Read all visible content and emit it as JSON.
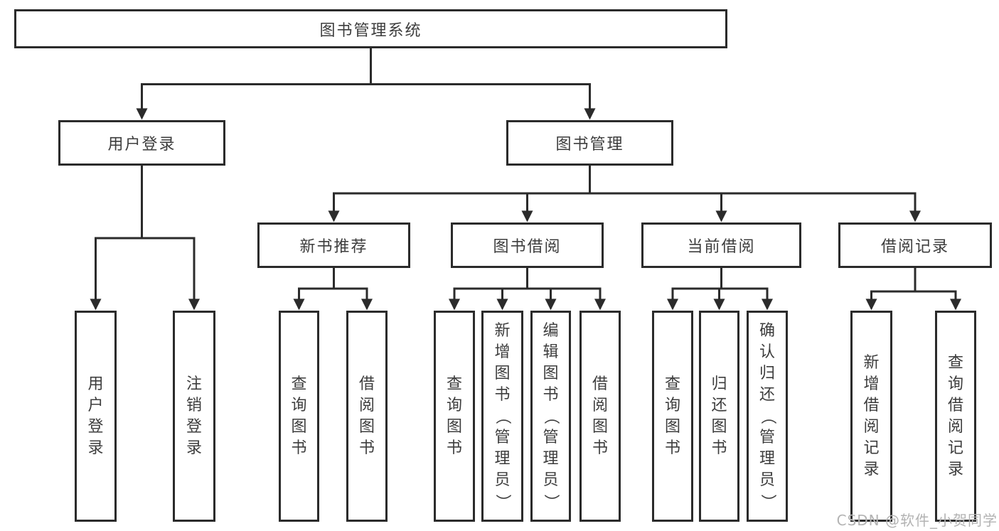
{
  "diagram": {
    "title": "图书管理系统",
    "root": {
      "label": "图书管理系统"
    },
    "branches": [
      {
        "label": "用户登录",
        "children": [
          {
            "label": "用户登录"
          },
          {
            "label": "注销登录"
          }
        ]
      },
      {
        "label": "图书管理",
        "children": [
          {
            "label": "新书推荐",
            "children": [
              {
                "label": "查询图书"
              },
              {
                "label": "借阅图书"
              }
            ]
          },
          {
            "label": "图书借阅",
            "children": [
              {
                "label": "查询图书"
              },
              {
                "label": "新增图书（管理员）"
              },
              {
                "label": "编辑图书（管理员）"
              },
              {
                "label": "借阅图书"
              }
            ]
          },
          {
            "label": "当前借阅",
            "children": [
              {
                "label": "查询图书"
              },
              {
                "label": "归还图书"
              },
              {
                "label": "确认归还（管理员）"
              }
            ]
          },
          {
            "label": "借阅记录",
            "children": [
              {
                "label": "新增借阅记录"
              },
              {
                "label": "查询借阅记录"
              }
            ]
          }
        ]
      }
    ],
    "colors": {
      "line": "#2b2b2b",
      "text": "#3d3d3d",
      "box_background": "#ffffff",
      "watermark": "#b3b3b3"
    }
  },
  "watermark": {
    "text": "CSDN @软件_小贺同学"
  }
}
